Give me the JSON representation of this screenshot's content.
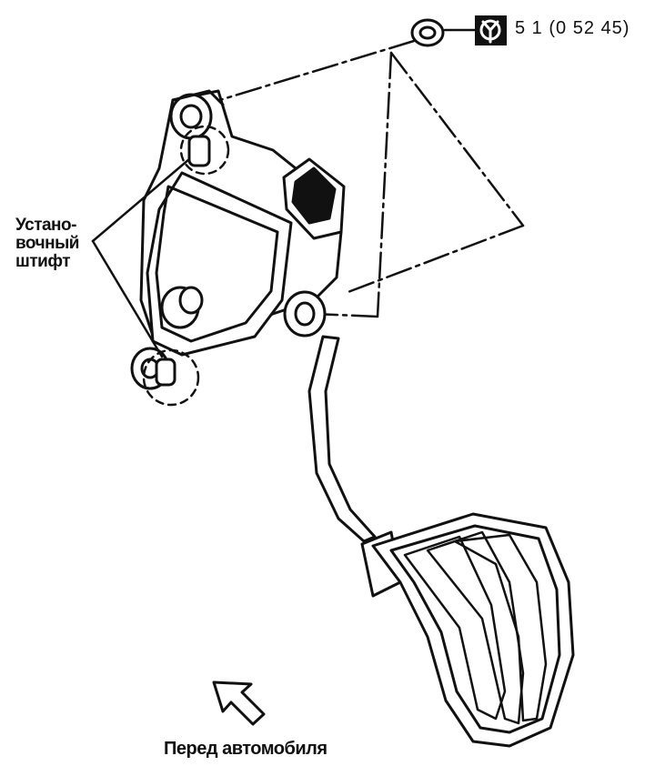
{
  "labels": {
    "locating_pin": [
      "Устано-",
      "вочный",
      "штифт"
    ],
    "torque": "5 1 (0 52  45)",
    "vehicle_front": "Перед автомобиля"
  },
  "icons": {
    "torque_wrench": "torque-wrench-icon",
    "front_arrow": "front-direction-arrow-icon"
  },
  "colors": {
    "ink": "#111111",
    "background": "#ffffff"
  }
}
